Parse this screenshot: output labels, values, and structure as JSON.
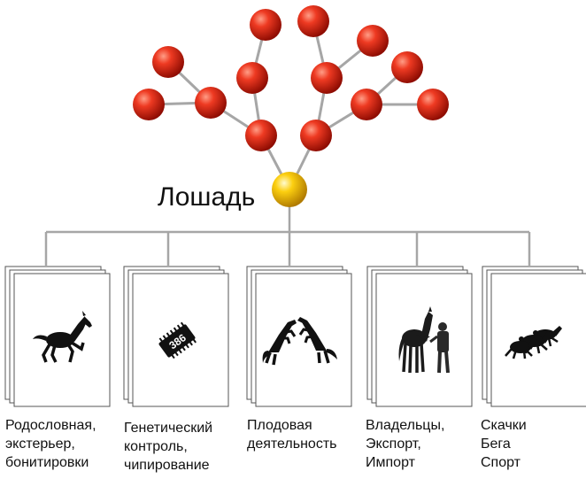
{
  "root": {
    "label": "Лошадь"
  },
  "colors": {
    "node": "#d42010",
    "root_node": "#f2c400",
    "connector": "#a6a6a6",
    "card_border": "#555555",
    "icon": "#111111"
  },
  "categories": [
    {
      "icon": "trotting-horse-icon",
      "lines": [
        "Родословная,",
        "экстерьер,",
        "бонитировки"
      ]
    },
    {
      "icon": "microchip-icon",
      "chip_text": "386",
      "lines": [
        "Генетический",
        "контроль,",
        "чипирование"
      ]
    },
    {
      "icon": "rearing-horses-icon",
      "lines": [
        "Плодовая",
        "деятельность"
      ]
    },
    {
      "icon": "owner-with-horse-icon",
      "lines": [
        "Владельцы,",
        "Экспорт,",
        "Импорт"
      ]
    },
    {
      "icon": "racing-horses-icon",
      "lines": [
        "Скачки",
        "Бега",
        "Спорт"
      ]
    }
  ]
}
